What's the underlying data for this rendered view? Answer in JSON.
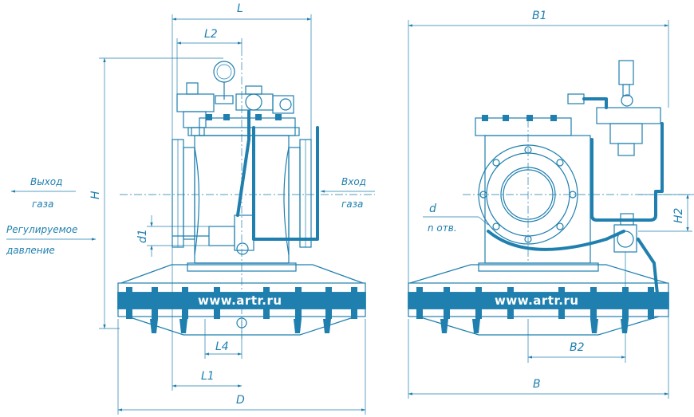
{
  "labels": {
    "L": "L",
    "L2": "L2",
    "L4": "L4",
    "L1": "L1",
    "D": "D",
    "H": "H",
    "d1": "d1",
    "B1": "B1",
    "B2": "B2",
    "B": "B",
    "H2": "H2",
    "d": "d",
    "n_otv": "n отв."
  },
  "flow": {
    "outlet_line1": "Выход",
    "outlet_line2": "газа",
    "inlet_line1": "Вход",
    "inlet_line2": "газа",
    "regulated_line1": "Регулируемое",
    "regulated_line2": "давление"
  },
  "watermark": {
    "left": "www.artr.ru",
    "right": "www.artr.ru"
  },
  "colors": {
    "line": "#1f7fae",
    "background": "#ffffff"
  }
}
